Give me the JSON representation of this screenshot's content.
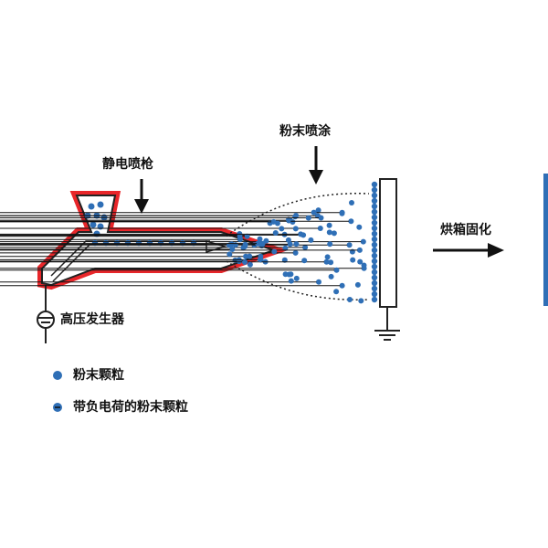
{
  "labels": {
    "spray_gun": "静电喷枪",
    "powder_spray": "粉末喷涂",
    "oven_cure": "烘箱固化",
    "hv_generator": "高压发生器"
  },
  "legend": [
    {
      "marker": "particle",
      "text": "粉末颗粒"
    },
    {
      "marker": "charged-particle",
      "text": "带负电荷的粉末颗粒"
    }
  ],
  "colors": {
    "gun_outline": "#e8262a",
    "gun_body": "#ffffff",
    "stroke": "#222222",
    "particle": "#2f6fb6",
    "accent_bar": "#2f6fb6"
  }
}
